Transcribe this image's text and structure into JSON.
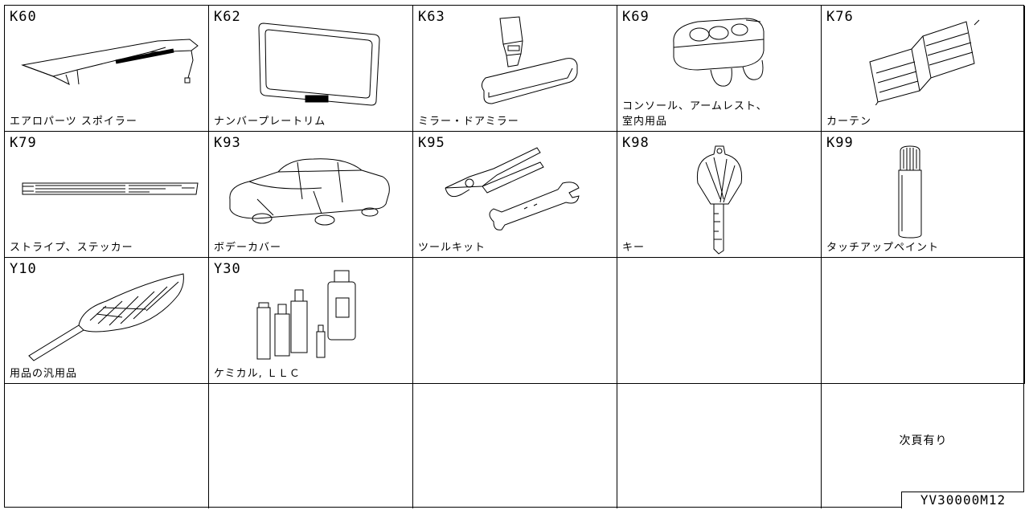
{
  "cells": [
    {
      "code": "K60",
      "caption": "エアロパーツ スポイラー",
      "icon": "spoiler-icon"
    },
    {
      "code": "K62",
      "caption": "ナンバープレートリム",
      "icon": "plate-rim-icon"
    },
    {
      "code": "K63",
      "caption": "ミラー・ドアミラー",
      "icon": "mirror-icon"
    },
    {
      "code": "K69",
      "caption": "コンソール、アームレスト、\n室内用品",
      "icon": "console-icon"
    },
    {
      "code": "K76",
      "caption": "カーテン",
      "icon": "curtain-icon"
    },
    {
      "code": "K79",
      "caption": "ストライプ、ステッカー",
      "icon": "stripe-icon"
    },
    {
      "code": "K93",
      "caption": "ボデーカバー",
      "icon": "body-cover-icon"
    },
    {
      "code": "K95",
      "caption": "ツールキット",
      "icon": "toolkit-icon"
    },
    {
      "code": "K98",
      "caption": "キー",
      "icon": "key-icon"
    },
    {
      "code": "K99",
      "caption": "タッチアップペイント",
      "icon": "touchup-paint-icon"
    },
    {
      "code": "Y10",
      "caption": "用品の汎用品",
      "icon": "duster-icon"
    },
    {
      "code": "Y30",
      "caption": "ケミカル, ＬＬＣ",
      "icon": "chemical-bottles-icon"
    }
  ],
  "next_page_note": "次頁有り",
  "reference_code": "YV30000M12"
}
